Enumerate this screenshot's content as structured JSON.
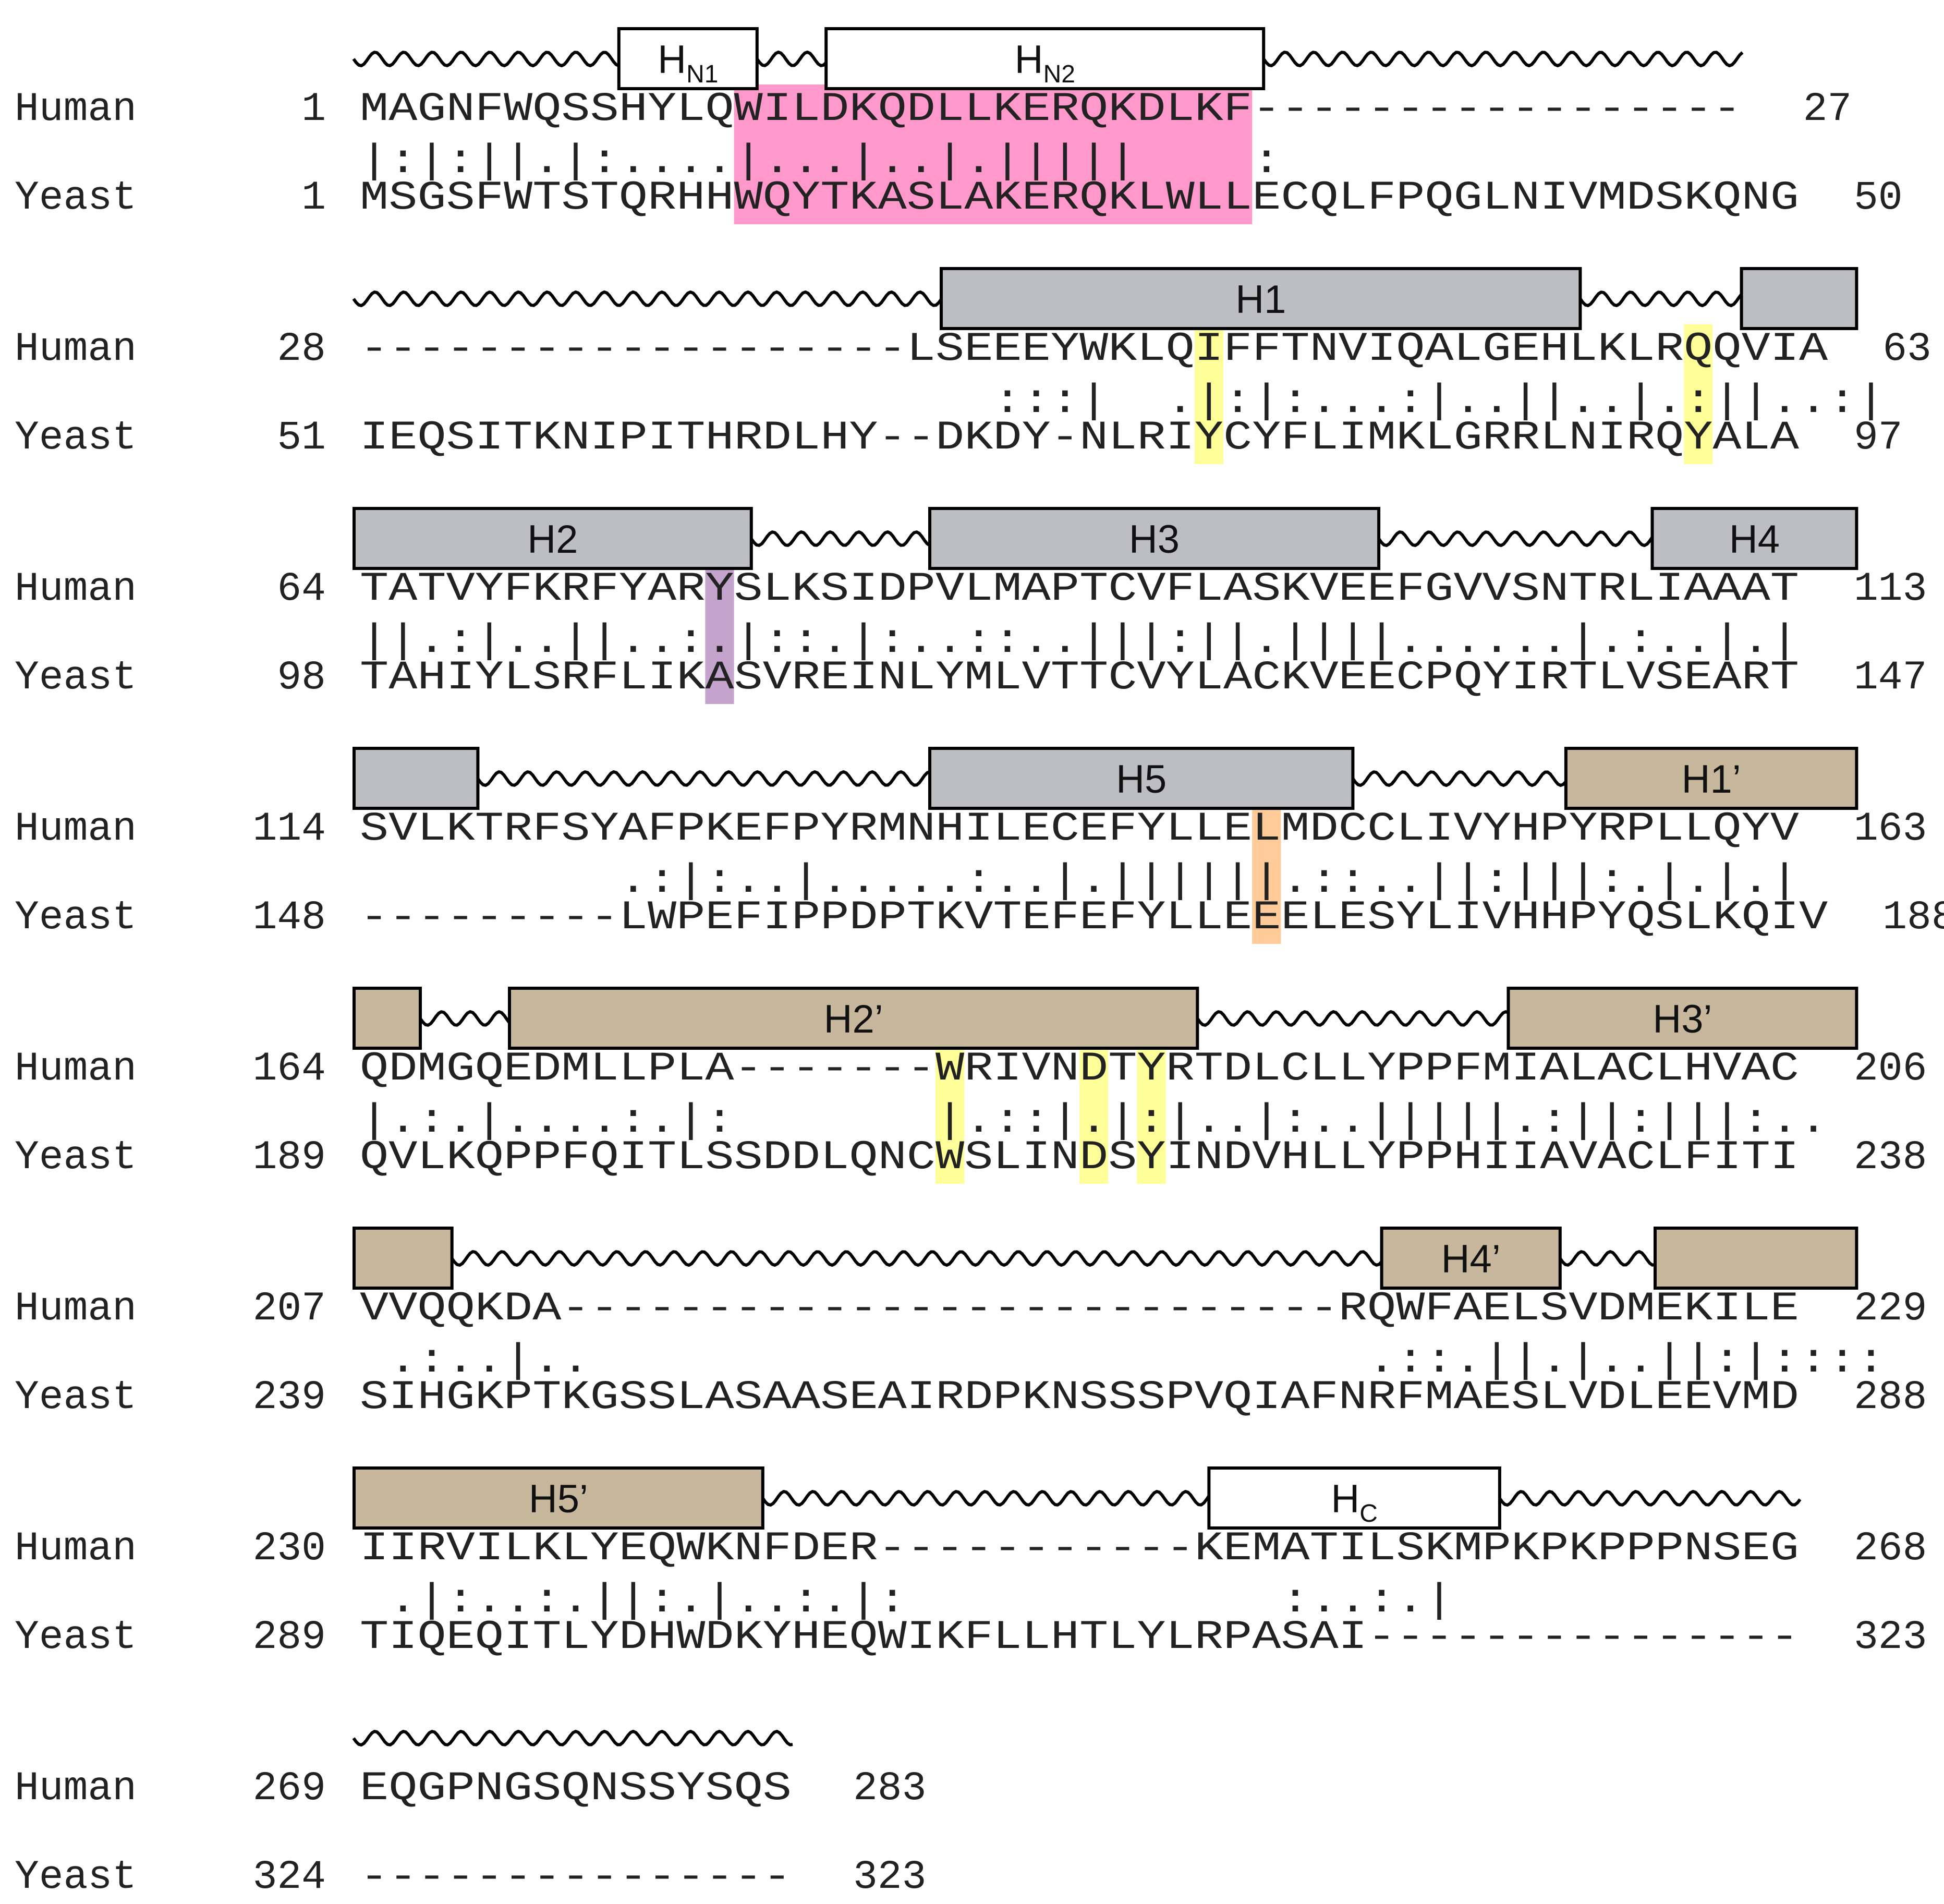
{
  "colors": {
    "helix_n": "#ffffff",
    "helix_core": "#bdbec2",
    "helix_prime": "#c7b79d",
    "pink": "#ff99cc",
    "yellow": "#ffff99",
    "purple": "#c4a3cc",
    "orange": "#ffcc99"
  },
  "blocks": [
    {
      "human": {
        "name": "Human",
        "start": "1",
        "seq": "MAGNFWQSSHYLQWILDKQDLLKERQKDLKF-----------------",
        "end": "27"
      },
      "match": "|:|:||.|:....|...|..|.|||||    :                 ",
      "yeast": {
        "name": "Yeast",
        "start": "1",
        "seq": "MSGSFWTSTQRHHWQYTKASLAKERQKLWLLECQLFPQGLNIVMDSKQNG",
        "end": "50"
      },
      "helices": [
        {
          "label": "H",
          "sub": "N1",
          "type": "n",
          "from": 9.0,
          "to": 13.8
        },
        {
          "label": "H",
          "sub": "N2",
          "type": "n",
          "from": 16.2,
          "to": 31.4
        }
      ],
      "highlights": [
        {
          "col": 13,
          "len": 18,
          "color": "pink"
        }
      ]
    },
    {
      "human": {
        "name": "Human",
        "start": "28",
        "seq": "-------------------LSEEEYWKLQIFFTNVIQALGEHLKLRQQVIA",
        "end": "63"
      },
      "match": "                      :::|  .|:|:...:|..||..|.:||..:|",
      "yeast": {
        "name": "Yeast",
        "start": "51",
        "seq": "IEQSITKNIPITHRDLHY--DKDY-NLRIYCYFLIMKLGRRLNIRQYALA",
        "end": "97"
      },
      "helices": [
        {
          "label": "H1",
          "type": "core",
          "from": 20.2,
          "to": 42.4
        },
        {
          "label": "",
          "type": "core",
          "from": 48.0,
          "to": 52.0
        }
      ],
      "highlights": [
        {
          "col": 29,
          "len": 1,
          "color": "yellow"
        },
        {
          "col": 46,
          "len": 1,
          "color": "yellow"
        }
      ]
    },
    {
      "human": {
        "name": "Human",
        "start": "64",
        "seq": "TATVYFKRFYARYSLKSIDPVLMAPTCVFLASKVEEFGVVSNTRLIAAAT",
        "end": "113"
      },
      "match": "||.:|..||..:.|::.|:..::..|||:||.||||......|.:..|.|",
      "yeast": {
        "name": "Yeast",
        "start": "98",
        "seq": "TAHIYLSRFLIKASVREINLYMLVTTCVYLACKVEECPQYIRTLVSEART",
        "end": "147"
      },
      "helices": [
        {
          "label": "H2",
          "type": "core",
          "from": -0.2,
          "to": 13.6
        },
        {
          "label": "H3",
          "type": "core",
          "from": 19.8,
          "to": 35.4
        },
        {
          "label": "H4",
          "type": "core",
          "from": 44.9,
          "to": 52.0
        }
      ],
      "highlights": [
        {
          "col": 12,
          "len": 1,
          "color": "purple"
        }
      ]
    },
    {
      "human": {
        "name": "Human",
        "start": "114",
        "seq": "SVLKTRFSYAFPKEFPYRMNHILECEFYLLELMDCCLIVYHPYRPLLQYV",
        "end": "163"
      },
      "match": "         .:|:..|.....:..|.||||||.::..||:|||:.|.|.|",
      "yeast": {
        "name": "Yeast",
        "start": "148",
        "seq": "---------LWPEFIPPDPTKVTEFEFYLLEEELESYLIVHHPYQSLKQIV",
        "end": "188"
      },
      "helices": [
        {
          "label": "",
          "type": "core",
          "from": -0.2,
          "to": 4.1
        },
        {
          "label": "H5",
          "type": "core",
          "from": 19.8,
          "to": 34.5
        },
        {
          "label": "H1’",
          "type": "prime",
          "from": 41.9,
          "to": 52.0
        }
      ],
      "highlights": [
        {
          "col": 31,
          "len": 1,
          "color": "orange"
        }
      ]
    },
    {
      "human": {
        "name": "Human",
        "start": "164",
        "seq": "QDMGQEDMLLPLA-------WRIVNDTYRTDLCLLYPPFMIALACLHVAC",
        "end": "206"
      },
      "match": "|.:.|....:.|:       |.::|.|:|..|:..|||||.:||:|||:..",
      "yeast": {
        "name": "Yeast",
        "start": "189",
        "seq": "QVLKQPPFQITLSSDDLQNCWSLINDSYINDVHLLYPPHIIAVACLFITI",
        "end": "238"
      },
      "helices": [
        {
          "label": "",
          "type": "prime",
          "from": -0.2,
          "to": 2.1
        },
        {
          "label": "H2’",
          "type": "prime",
          "from": 5.2,
          "to": 29.1
        },
        {
          "label": "H3’",
          "type": "prime",
          "from": 39.9,
          "to": 52.0
        }
      ],
      "highlights": [
        {
          "col": 20,
          "len": 1,
          "color": "yellow"
        },
        {
          "col": 25,
          "len": 1,
          "color": "yellow"
        },
        {
          "col": 27,
          "len": 1,
          "color": "yellow"
        }
      ]
    },
    {
      "human": {
        "name": "Human",
        "start": "207",
        "seq": "VVQQKDA---------------------------RQWFAELSVDMEKILE",
        "end": "229"
      },
      "match": " .:..|..                           .::.||.|..||:|::::",
      "yeast": {
        "name": "Yeast",
        "start": "239",
        "seq": "SIHGKPTKGSSLASAASEAIRDPKNSSSPVQIAFNRFMAESLVDLEEVMD",
        "end": "288"
      },
      "helices": [
        {
          "label": "",
          "type": "prime",
          "from": -0.2,
          "to": 3.2
        },
        {
          "label": "H4’",
          "type": "prime",
          "from": 35.5,
          "to": 41.7
        },
        {
          "label": "",
          "type": "prime",
          "from": 45.0,
          "to": 52.0
        }
      ],
      "highlights": []
    },
    {
      "human": {
        "name": "Human",
        "start": "230",
        "seq": "IIRVILKLYEQWKNFDER-----------KEMATILSKMPKPKPPPNSEG",
        "end": "268"
      },
      "match": " .|:..:.||:.|..:.|:             :..:.|",
      "yeast": {
        "name": "Yeast",
        "start": "289",
        "seq": "TIQEQITLYDHWDKYHEQWIKFLLHTLYLRPASAI---------------",
        "end": "323"
      },
      "helices": [
        {
          "label": "H5’",
          "type": "prime",
          "from": -0.2,
          "to": 14.0
        },
        {
          "label": "H",
          "sub": "C",
          "type": "n",
          "from": 29.5,
          "to": 39.6
        }
      ],
      "highlights": []
    },
    {
      "human": {
        "name": "Human",
        "start": "269",
        "seq": "EQGPNGSQNSSYSQS",
        "end": "283"
      },
      "match": "",
      "yeast": {
        "name": "Yeast",
        "start": "324",
        "seq": "---------------",
        "end": "323"
      },
      "helices": [],
      "highlights": []
    }
  ]
}
